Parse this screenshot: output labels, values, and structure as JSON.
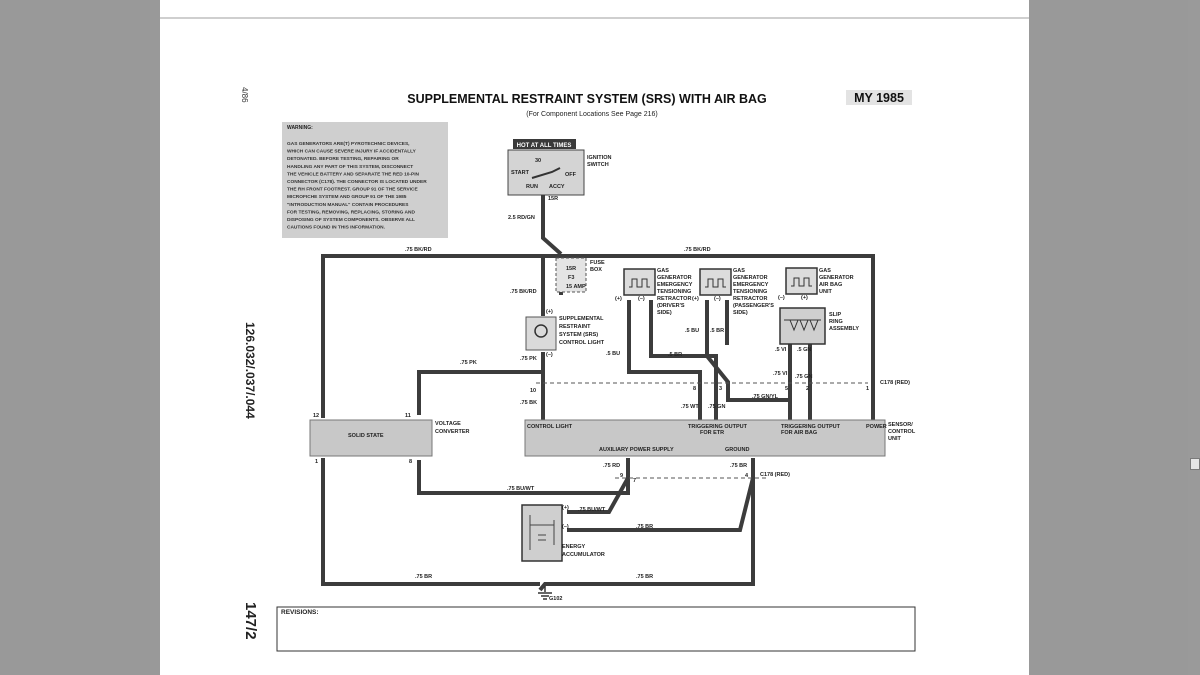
{
  "header": {
    "title": "SUPPLEMENTAL RESTRAINT SYSTEM (SRS) WITH AIR BAG",
    "subtitle": "(For Component Locations See Page 216)",
    "model_year": "MY 1985",
    "page_date": "4/86",
    "model_codes": "126.032/.037/.044",
    "page_number": "147/2"
  },
  "warning": {
    "heading": "WARNING:",
    "lines": [
      "GAS GENERATORS ARE(T) PYROTECHNIC DEVICES,",
      "WHICH CAN CAUSE SEVERE INJURY IF ACCIDENTALLY",
      "DETONATED. BEFORE TESTING, REPAIRING OR",
      "HANDLING ANY PART OF THIS SYSTEM, DISCONNECT",
      "THE VEHICLE BATTERY AND SEPARATE THE RED 10-PIN",
      "CONNECTOR (C178). THE CONNECTOR IS LOCATED UNDER",
      "THE RH FRONT FOOTREST. GROUP 91 OF THE SERVICE",
      "MICROFICHE SYSTEM AND GROUP 91 OF THE 1985",
      "\"INTRODUCTION MANUAL\" CONTAIN PROCEDURES",
      "FOR TESTING, REMOVING, REPLACING, STORING AND",
      "DISPOSING OF SYSTEM COMPONENTS. OBSERVE ALL",
      "CAUTIONS FOUND IN THIS INFORMATION."
    ]
  },
  "labels": {
    "hot_at_all_times": "HOT AT ALL TIMES",
    "ignition_switch": [
      "IGNITION",
      "SWITCH"
    ],
    "ign_start": "START",
    "ign_30": "30",
    "ign_off": "OFF",
    "ign_run": "RUN",
    "ign_acc": "ACCY",
    "ign_15r": "15R",
    "wire_25rdgn": "2.5 RD/GN",
    "wire_75bkrd_left": ".75 BK/RD",
    "wire_75bkrd_right": ".75 BK/RD",
    "fuse_box": [
      "FUSE",
      "BOX"
    ],
    "fuse_15r": "15R",
    "fuse_f3": "F3",
    "fuse_amp": "15 AMP",
    "wire_75bkrd_mid": ".75 BK/RD",
    "srs_light": [
      "SUPPLEMENTAL",
      "RESTRAINT",
      "SYSTEM (SRS)",
      "CONTROL LIGHT"
    ],
    "plus": "(+)",
    "minus": "(–)",
    "wire_75pk_top": ".75 PK",
    "wire_75pk_right": ".75 PK",
    "gg_driver": [
      "GAS",
      "GENERATOR",
      "EMERGENCY",
      "TENSIONING",
      "RETRACTOR",
      "(DRIVER'S",
      "SIDE)"
    ],
    "gg_passenger": [
      "GAS",
      "GENERATOR",
      "EMERGENCY",
      "TENSIONING",
      "RETRACTOR",
      "(PASSENGER'S",
      "SIDE)"
    ],
    "gg_airbag": [
      "GAS",
      "GENERATOR",
      "AIR BAG",
      "UNIT"
    ],
    "slip_ring": [
      "SLIP",
      "RING",
      "ASSEMBLY"
    ],
    "wire_5bu_a": ".5 BU",
    "wire_5br_a": ".5 BR",
    "wire_5bu_b": ".5 BU",
    "wire_5br_b": ".5 BR",
    "wire_5vi": ".5 VI",
    "wire_5gn": ".5 GN",
    "wire_75vi": ".75 VI",
    "wire_75gn": ".75 GN",
    "wire_75gnyl": ".75 GN/YL",
    "wire_75bk": ".75 BK",
    "wire_75wt": ".75 WT",
    "wire_75gn2": ".75 GN",
    "c178_top": "C178 (RED)",
    "c178_bottom": "C178 (RED)",
    "solid_state": "SOLID STATE",
    "voltage_converter": [
      "VOLTAGE",
      "CONVERTER"
    ],
    "control_light": "CONTROL LIGHT",
    "trig_etr": [
      "TRIGGERING OUTPUT",
      "FOR ETR"
    ],
    "trig_airbag": [
      "TRIGGERING OUTPUT",
      "FOR AIR BAG"
    ],
    "power": "POWER",
    "aux_power": "AUXILIARY POWER SUPPLY",
    "ground": "GROUND",
    "sensor_unit": [
      "SENSOR/",
      "CONTROL",
      "UNIT"
    ],
    "wire_75rd": ".75 RD",
    "wire_75br_right": ".75 BR",
    "wire_75buwt_a": ".75 BU/WT",
    "wire_75buwt_b": ".75 BU/WT",
    "wire_75br_acc": ".75 BR",
    "energy_accumulator": [
      "ENERGY",
      "ACCUMULATOR"
    ],
    "wire_75br_bl": ".75 BR",
    "wire_75br_br": ".75 BR",
    "g102": "G102",
    "pins": {
      "p12": "12",
      "p11": "11",
      "p1": "1",
      "p8": "8",
      "p10": "10",
      "p9": "9",
      "p3": "3",
      "p5": "5",
      "p2": "2",
      "p1b": "1",
      "p4": "4",
      "p7": "7"
    }
  },
  "revisions": "REVISIONS:"
}
